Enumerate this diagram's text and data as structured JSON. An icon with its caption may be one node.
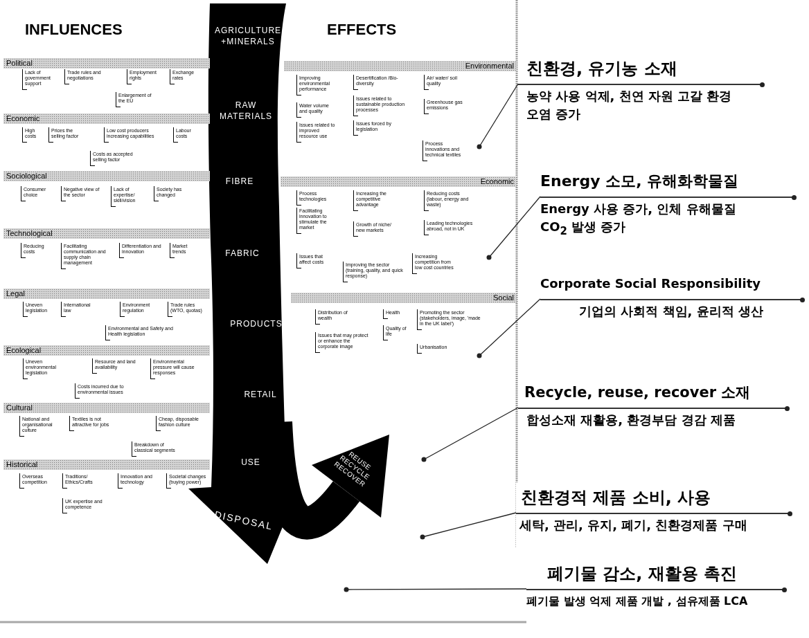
{
  "diagram": {
    "nodes": [
      {
        "text": [
          "Political"
        ]
      },
      {
        "text": [
          "Economic"
        ]
      },
      {
        "text": [
          "Sociological"
        ]
      },
      {
        "text": [
          "Technological"
        ]
      },
      {
        "text": [
          "Legal"
        ]
      },
      {
        "text": [
          "Ecological"
        ]
      },
      {
        "text": [
          "Cultural"
        ]
      },
      {
        "text": [
          "Historical"
        ]
      },
      {
        "text": [
          "Environmental"
        ]
      },
      {
        "text": [
          "Economic"
        ]
      },
      {
        "text": [
          "Social"
        ]
      },
      {
        "text": [
          "AGRICULTURE +MINERALS",
          "RAW MATERIALS",
          "FIBRE",
          "FABRIC",
          "PRODUCTS",
          "RETAIL",
          "USE",
          "DISPOSAL",
          "REUSE RECYCLE RECOVER"
        ]
      },
      {
        "text": [
          "친환경, 유기농 소재",
          "농약 사용 억제, 천연 자원 고갈 환경 오염 증가"
        ]
      },
      {
        "text": [
          "Energy 소모, 유해화학물질",
          "Energy 사용 증가, 인체 유해물질 CO$_{2}$ 발생 증가"
        ]
      },
      {
        "text": [
          "Corporate Social Responsibility",
          "기업의 사회적 책임, 윤리적 생산"
        ]
      },
      {
        "text": [
          "Recycle, reuse, recover 소재",
          "합성소재 재활용, 환경부담 경감 제품"
        ]
      },
      {
        "text": [
          "친환경적 제품 소비, 사용",
          "세탁, 관리, 유지, 폐기, 친환경제품 구매"
        ]
      },
      {
        "text": [
          "폐기물 감소, 재활용 촉진",
          "폐기물 발생 억제 제품 개발 , 섬유제품 LCA"
        ]
      }
    ],
    "edges": [
      {
        "from": 12,
        "to": null,
        "arrow": "other"
      },
      {
        "from": 13,
        "to": null,
        "arrow": "other"
      },
      {
        "from": 14,
        "to": null,
        "arrow": "other"
      },
      {
        "from": 15,
        "to": null,
        "arrow": "other"
      },
      {
        "from": 16,
        "to": null,
        "arrow": "other"
      },
      {
        "from": 17,
        "to": null,
        "arrow": "other"
      }
    ],
    "labels": [
      "INFLUENCES",
      "EFFECTS",
      "Lack of government support",
      "Trade rules and negotiations",
      "Employment rights",
      "Exchange rates",
      "Enlargement of the EU",
      "High costs",
      "Prices the selling factor",
      "Low cost producers increasing capabilities",
      "Labour costs",
      "Costs as accepted selling factor",
      "Consumer choice",
      "Negative view of the sector",
      "Lack of expertise/ skill/vision",
      "Society has changed",
      "Reducing costs",
      "Facilitating communication and supply chain management",
      "Differentiation and innovation",
      "Market trends",
      "Uneven legislation",
      "International law",
      "Environment regulation",
      "Trade rules (WTO, quotas)",
      "Environmental and Safety and Health legislation",
      "Uneven environmental legislation",
      "Resource and land availability",
      "Environmental pressure will cause responses",
      "Costs incurred due to environmental issues",
      "National and organisational culture",
      "Textiles is not attractive for jobs",
      "Cheap, disposable fashion culture",
      "Breakdown of classical segments",
      "Overseas competition",
      "Traditions/ Ethics/Crafts",
      "Innovation and technology",
      "Societal changes (buying power)",
      "UK expertise and competence",
      "Improving environmental performance",
      "Water volume and quality",
      "Issues related to improved resource use",
      "Desertification /Bio-diversity",
      "Issues related to sustainable production processes",
      "Issues forced by legislation",
      "Air/ water/ soil quality",
      "Greenhouse gas emissions",
      "Process innovations and technical textiles",
      "Process technologies",
      "Facilitating innovation to stimulate the market",
      "Issues that affect costs",
      "Increasing the competitive advantage",
      "Growth of niche/ new markets",
      "Improving the sector (training, quality, and quick response)",
      "Reducing costs (labour, energy and waste)",
      "Leading technologies abroad, not in UK",
      "Increasing competition from low cost countries",
      "Distribution of wealth",
      "Issues that may protect or enhance the corporate image",
      "Health",
      "Quality of life",
      "Promoting the sector (stakeholders, image, 'made in the UK label')",
      "Urbanisation"
    ]
  }
}
